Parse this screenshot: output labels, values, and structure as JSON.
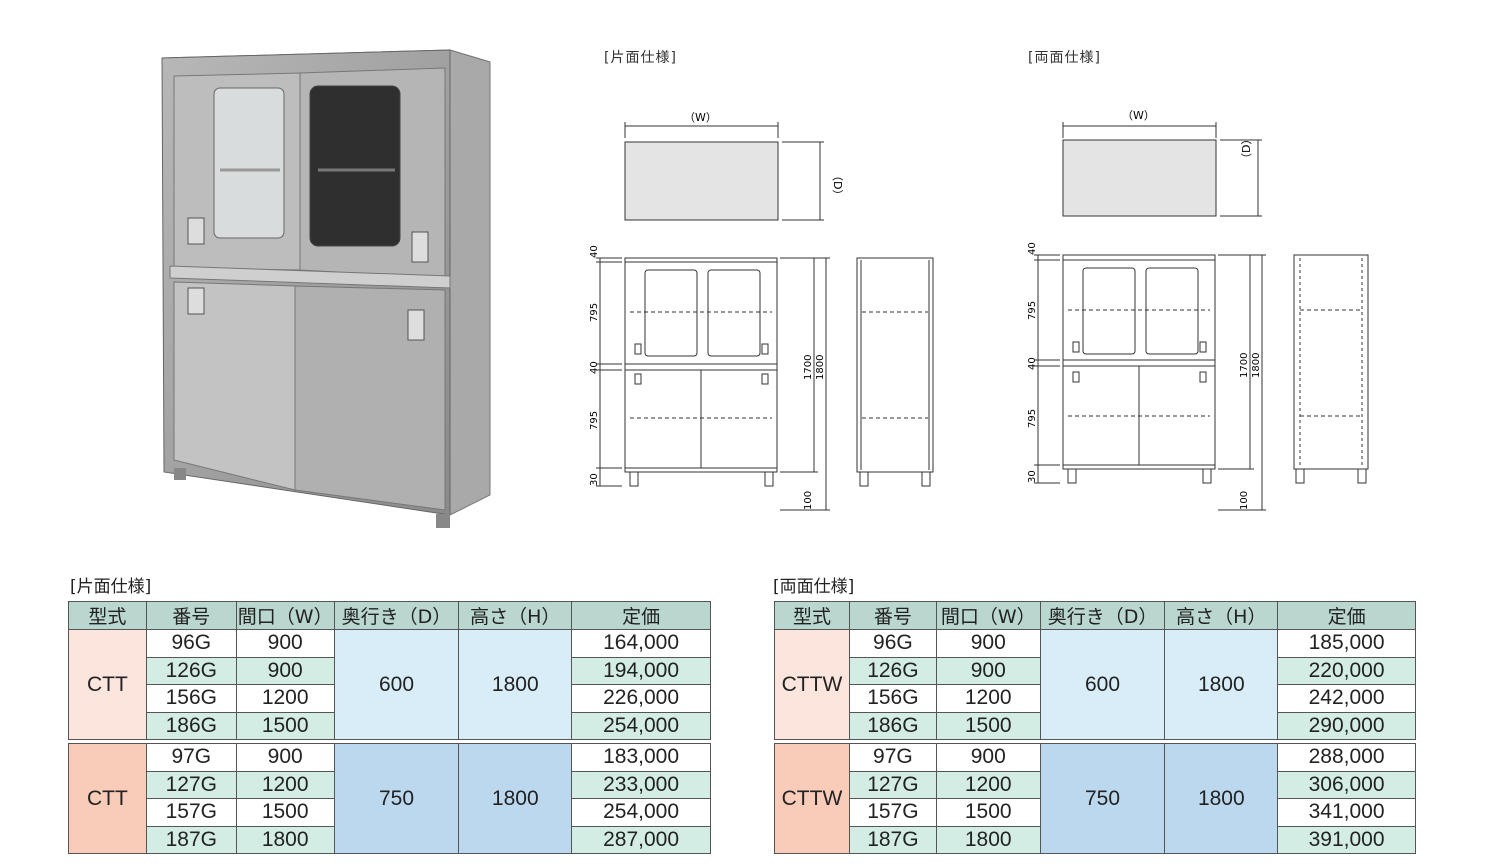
{
  "drawing_labels": {
    "single": "[片面仕様]",
    "double": "[両面仕様]",
    "w": "（W）",
    "d": "（D）",
    "dim_40": "40",
    "dim_795": "795",
    "dim_30": "30",
    "dim_1700": "1700",
    "dim_1800": "1800",
    "dim_100": "100"
  },
  "headers": [
    "型式",
    "番号",
    "間口（W）",
    "奥行き（D）",
    "高さ（H）",
    "定価"
  ],
  "tables": [
    {
      "title": "[片面仕様]",
      "groups": [
        {
          "model": "CTT",
          "depth": "600",
          "height": "1800",
          "rows": [
            [
              "96G",
              "900",
              "164,000"
            ],
            [
              "126G",
              "900",
              "194,000"
            ],
            [
              "156G",
              "1200",
              "226,000"
            ],
            [
              "186G",
              "1500",
              "254,000"
            ]
          ]
        },
        {
          "model": "CTT",
          "depth": "750",
          "height": "1800",
          "rows": [
            [
              "97G",
              "900",
              "183,000"
            ],
            [
              "127G",
              "1200",
              "233,000"
            ],
            [
              "157G",
              "1500",
              "254,000"
            ],
            [
              "187G",
              "1800",
              "287,000"
            ]
          ]
        }
      ]
    },
    {
      "title": "[両面仕様]",
      "groups": [
        {
          "model": "CTTW",
          "depth": "600",
          "height": "1800",
          "rows": [
            [
              "96G",
              "900",
              "185,000"
            ],
            [
              "126G",
              "900",
              "220,000"
            ],
            [
              "156G",
              "1200",
              "242,000"
            ],
            [
              "186G",
              "1500",
              "290,000"
            ]
          ]
        },
        {
          "model": "CTTW",
          "depth": "750",
          "height": "1800",
          "rows": [
            [
              "97G",
              "900",
              "288,000"
            ],
            [
              "127G",
              "1200",
              "306,000"
            ],
            [
              "157G",
              "1500",
              "341,000"
            ],
            [
              "187G",
              "1800",
              "391,000"
            ]
          ]
        }
      ]
    }
  ],
  "colors": {
    "header": "#b9d6cf",
    "model_light": "#fbe5dc",
    "model_dark": "#f9ccb9",
    "dim_light": "#d8edf7",
    "dim_dark": "#bcd8ee",
    "price_alt": "#d3ede5"
  }
}
